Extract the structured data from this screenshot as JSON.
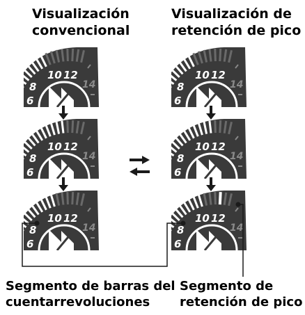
{
  "headings": {
    "left": [
      "Visualización",
      "convencional"
    ],
    "right": [
      "Visualización de",
      "retención de pico"
    ]
  },
  "gauge": {
    "labels": [
      "6",
      "8",
      "10",
      "12",
      "14"
    ]
  },
  "captions": {
    "left": [
      "Segmento de barras del",
      "cuentarrevoluciones"
    ],
    "right": [
      "Segmento de",
      "retención de pico"
    ]
  },
  "colors": {
    "gauge_face": "#3a3a3a",
    "bar_lit": "#ffffff",
    "arrow": "#1a1a1a"
  },
  "icons": {
    "step_arrow": "down-arrow-icon",
    "swap_arrows": "swap-arrows-icon"
  }
}
